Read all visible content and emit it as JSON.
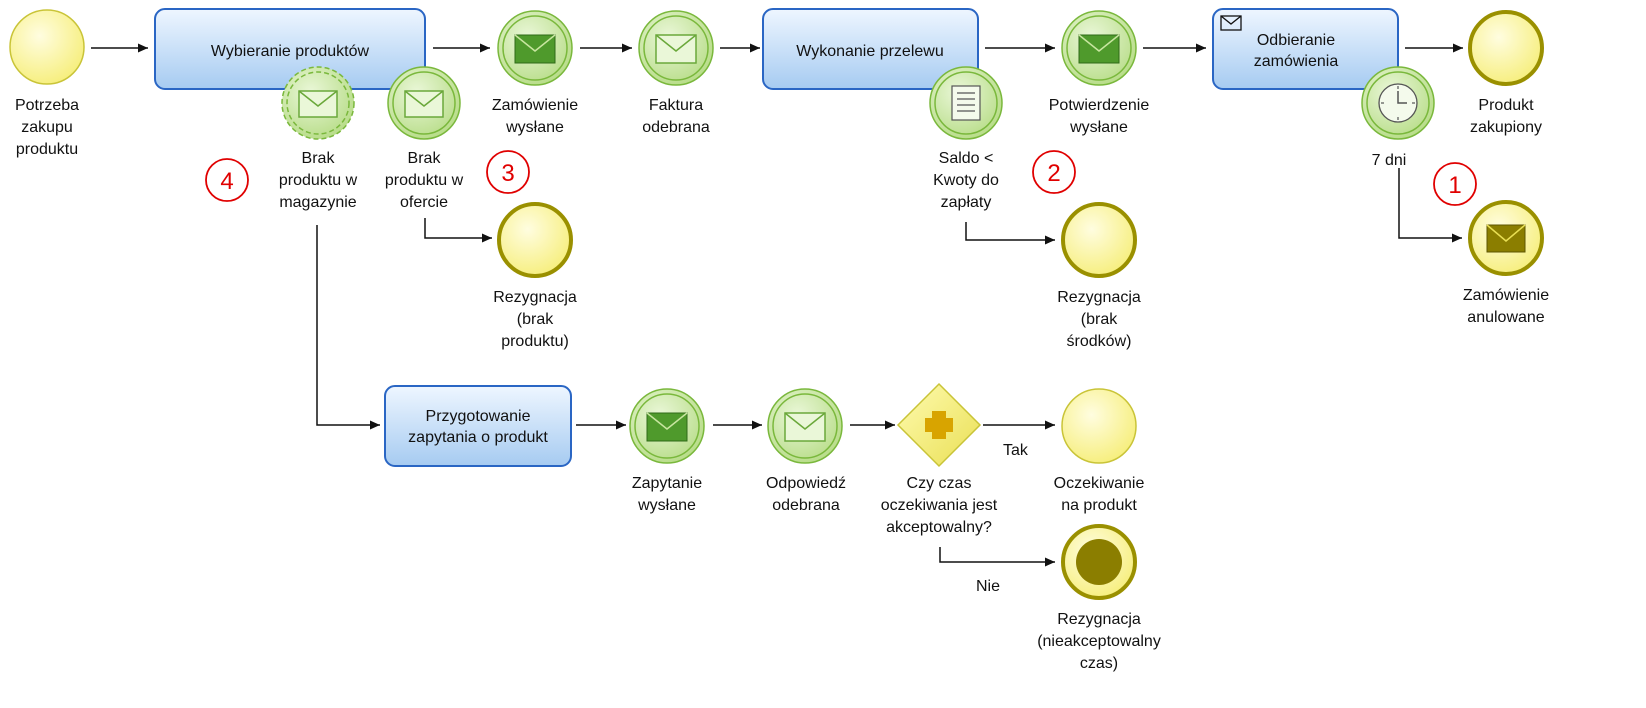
{
  "tasks": {
    "wybieranie": "Wybieranie produktów",
    "przelew": "Wykonanie przelewu",
    "odbieranie": [
      "Odbieranie",
      "zamówienia"
    ],
    "przygotowanie": [
      "Przygotowanie",
      "zapytania o produkt"
    ]
  },
  "events": {
    "start": [
      "Potrzeba",
      "zakupu",
      "produktu"
    ],
    "zamowienie_wyslane": [
      "Zamówienie",
      "wysłane"
    ],
    "faktura_odebrana": [
      "Faktura",
      "odebrana"
    ],
    "potwierdzenie_wyslane": [
      "Potwierdzenie",
      "wysłane"
    ],
    "produkt_zakupiony": [
      "Produkt",
      "zakupiony"
    ],
    "brak_magazyn": [
      "Brak",
      "produktu w",
      "magazynie"
    ],
    "brak_oferta": [
      "Brak",
      "produktu w",
      "ofercie"
    ],
    "saldo": [
      "Saldo <",
      "Kwoty do",
      "zapłaty"
    ],
    "timer": "7 dni",
    "rezygnacja_produkt": [
      "Rezygnacja",
      "(brak",
      "produktu)"
    ],
    "rezygnacja_srodki": [
      "Rezygnacja",
      "(brak",
      "środków)"
    ],
    "zamowienie_anulowane": [
      "Zamówienie",
      "anulowane"
    ],
    "zapytanie_wyslane": [
      "Zapytanie",
      "wysłane"
    ],
    "odpowiedz_odebrana": [
      "Odpowiedź",
      "odebrana"
    ],
    "oczekiwanie": [
      "Oczekiwanie",
      "na produkt"
    ],
    "rezygnacja_czas": [
      "Rezygnacja",
      "(nieakceptowalny",
      "czas)"
    ]
  },
  "gateway": [
    "Czy czas",
    "oczekiwania jest",
    "akceptowalny?"
  ],
  "flow_labels": {
    "tak": "Tak",
    "nie": "Nie"
  },
  "markers": [
    "1",
    "2",
    "3",
    "4"
  ],
  "colors": {
    "task_fill_top": "#eaf3ff",
    "task_fill_bottom": "#a9cdf2",
    "task_stroke": "#2a66c4",
    "event_fill": "#fbf6a6",
    "event_stroke": "#c9c438",
    "end_stroke": "#9a9000",
    "msg_fill": "#c8e6a0",
    "msg_stroke": "#7ab83c",
    "envelope_dark": "#4f9a2c",
    "marker_red": "#e00000"
  }
}
